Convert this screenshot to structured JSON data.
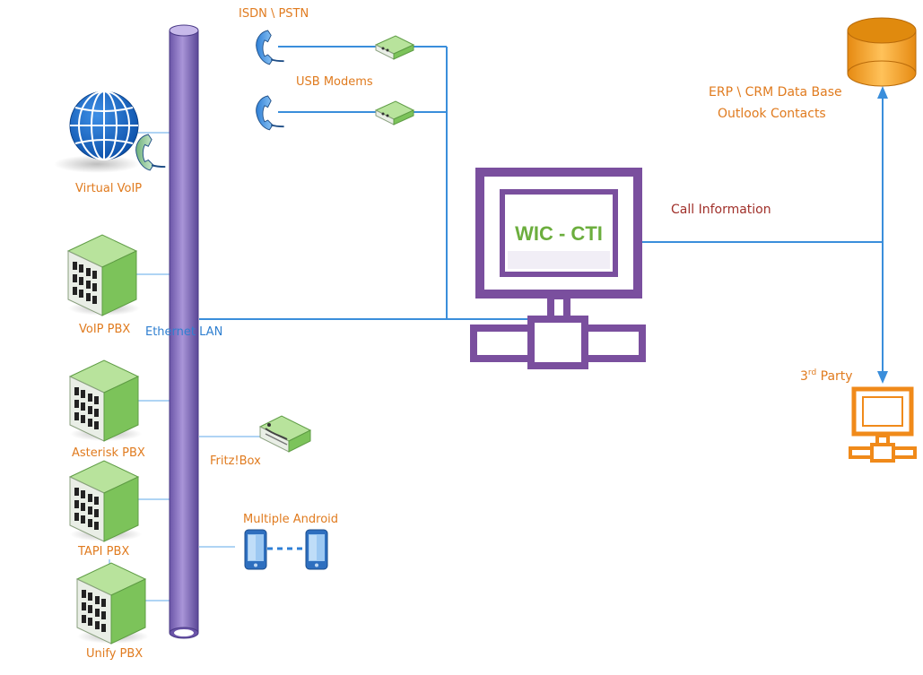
{
  "labels": {
    "isdn_pstn": "ISDN \\ PSTN",
    "usb_modems": "USB Modems",
    "virtual_voip": "Virtual VoIP",
    "voip_pbx": "VoIP PBX",
    "ethernet_lan": "Ethernet LAN",
    "asterisk_pbx": "Asterisk PBX",
    "fritzbox": "Fritz!Box",
    "tapi_pbx": "TAPI PBX",
    "multiple_android": "Multiple Android",
    "unify_pbx": "Unify PBX",
    "wic_cti": "WIC - CTI",
    "call_information": "Call Information",
    "erp_crm_line1": "ERP \\ CRM Data Base",
    "erp_crm_line2": "Outlook Contacts",
    "third_party_prefix": "3",
    "third_party_sup": "rd",
    "third_party_suffix": " Party"
  },
  "colors": {
    "connector": "#3A8EDB",
    "cti_monitor": "#7A4F9E",
    "cti_text": "#6CAE3E",
    "label_orange": "#E07B1F",
    "label_blue": "#2F7FD0",
    "label_red": "#A0302A",
    "server_green": "#7CC35A",
    "cylinder": "#F5A623",
    "lan_bus": "#8A74C0"
  },
  "icons": {
    "globe": "globe-icon",
    "phone": "phone-handset-icon",
    "modem": "usb-modem-icon",
    "server": "pbx-server-icon",
    "router": "router-icon",
    "mobile": "android-phone-icon",
    "database": "database-icon",
    "computer": "computer-icon"
  }
}
